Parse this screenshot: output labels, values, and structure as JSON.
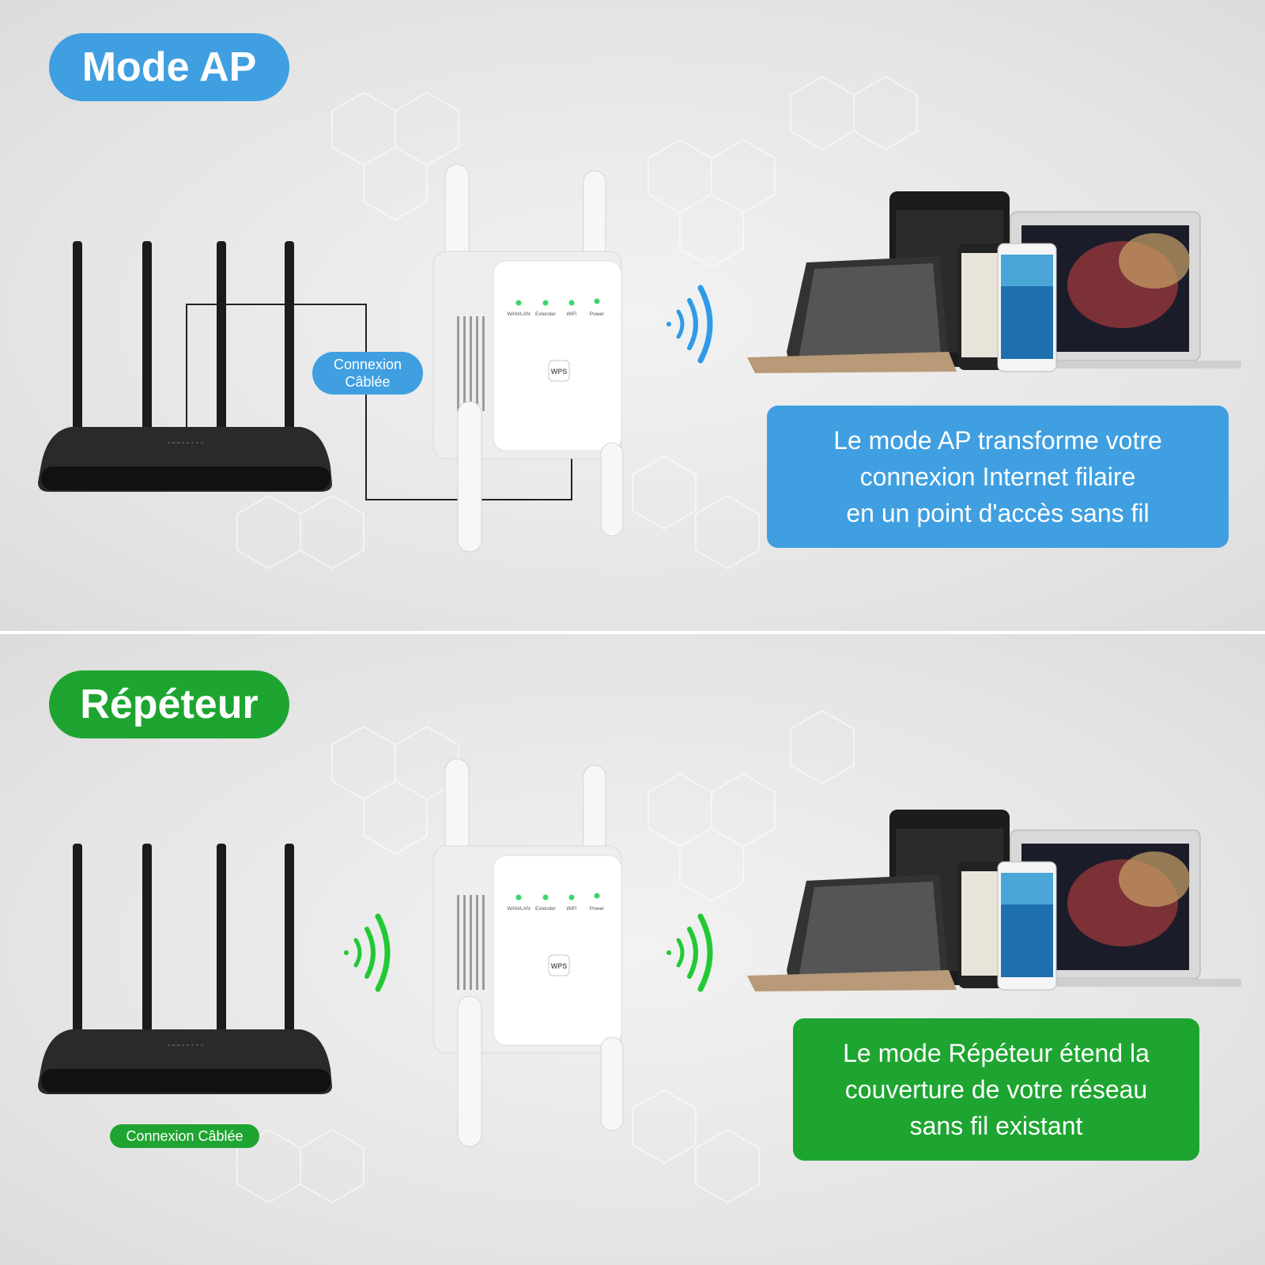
{
  "sections": [
    {
      "id": "ap",
      "title": "Mode AP",
      "accent": "#3f9fe1",
      "connection_label_line1": "Connexion",
      "connection_label_line2": "Câblée",
      "description_line1": "Le mode AP transforme votre",
      "description_line2": "connexion Internet filaire",
      "description_line3": "en un point d'accès sans fil"
    },
    {
      "id": "repeater",
      "title": "Répéteur",
      "accent": "#1ea531",
      "connection_label": "Connexion Câblée",
      "description_line1": "Le mode Répéteur étend la",
      "description_line2": "couverture de votre réseau",
      "description_line3": "sans fil existant"
    }
  ],
  "device": {
    "led_labels": [
      "WAN/LAN",
      "Extender",
      "WiFi",
      "Power"
    ],
    "button_label": "WPS"
  },
  "icons": [
    "router-icon",
    "extender-icon",
    "wifi-wave-icon",
    "devices-icon"
  ]
}
